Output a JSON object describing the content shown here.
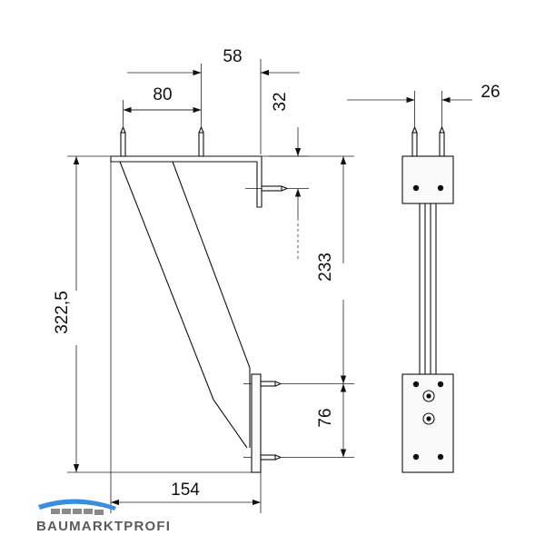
{
  "dimensions": {
    "d58": "58",
    "d80": "80",
    "d32": "32",
    "d26": "26",
    "d322": "322,5",
    "d233": "233",
    "d76": "76",
    "d154": "154"
  },
  "logo": {
    "text": "BAUMARKTPROFI",
    "color": "#3a8ee0"
  }
}
